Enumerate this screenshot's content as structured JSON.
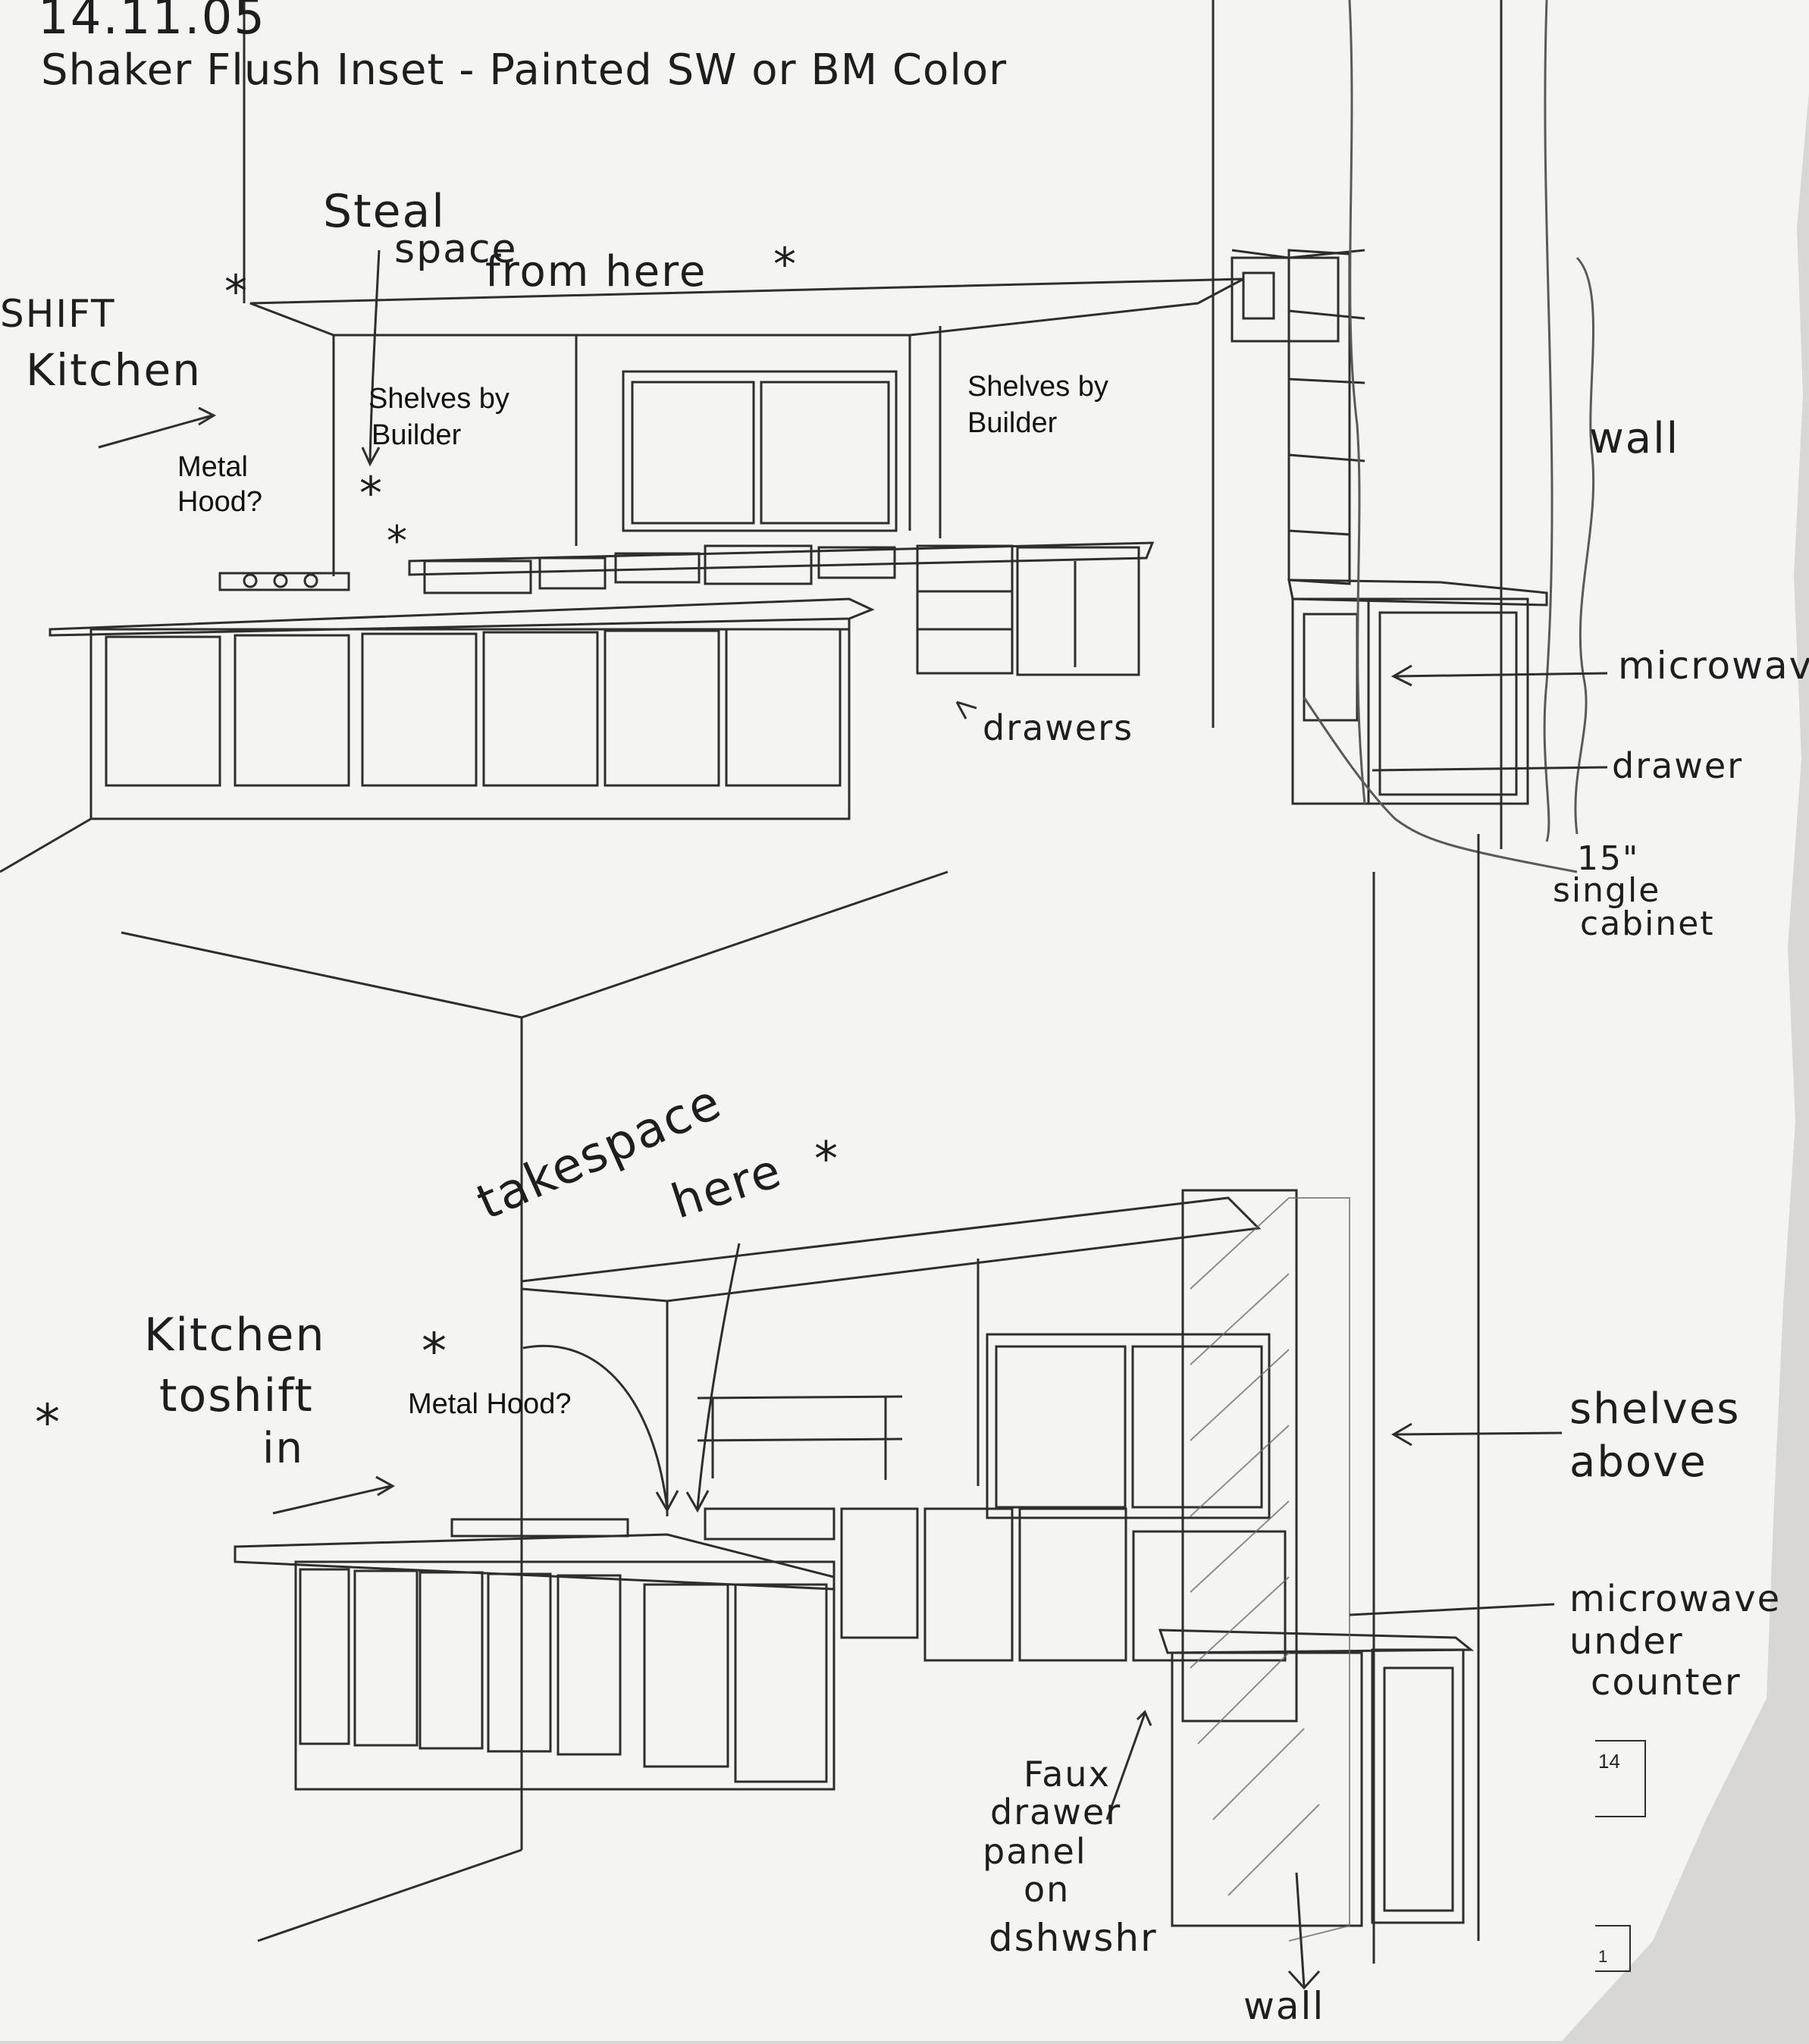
{
  "header": {
    "date": "14.11.05",
    "title": "Shaker Flush Inset - Painted SW or BM Color"
  },
  "top_view": {
    "notes": {
      "steal_line1": "Steal",
      "steal_line2": "space",
      "steal_line3": "from here",
      "shift_line1": "SHIFT",
      "shift_line2": "Kitchen",
      "wall": "wall",
      "microwave": "microwave",
      "drawers": "drawers",
      "drawer": "drawer",
      "cabinet_line1": "15\"",
      "cabinet_line2": "single",
      "cabinet_line3": "cabinet"
    },
    "labels": {
      "shelves_left_line1": "Shelves by",
      "shelves_left_line2": "Builder",
      "shelves_right_line1": "Shelves by",
      "shelves_right_line2": "Builder",
      "hood_line1": "Metal",
      "hood_line2": "Hood?"
    }
  },
  "bottom_view": {
    "notes": {
      "take_line1": "takespace",
      "take_line2": "here",
      "kitchen_line1": "Kitchen",
      "kitchen_line2": "toshift",
      "kitchen_line3": "in",
      "shelves_line1": "shelves",
      "shelves_line2": "above",
      "micro_line1": "microwave",
      "micro_line2": "under",
      "micro_line3": "counter",
      "faux_line1": "Faux",
      "faux_line2": "drawer",
      "faux_line3": "panel",
      "faux_line4": "on",
      "faux_line5": "dshwshr",
      "wall": "wall"
    },
    "labels": {
      "hood": "Metal Hood?"
    },
    "edge_marks": {
      "top": "14",
      "bottom": "1"
    }
  },
  "colors": {
    "paper": "#f4f4f2",
    "ink": "#2a2a2a",
    "pencil": "#6e6e6e",
    "shadow": "#d9d7d3"
  }
}
